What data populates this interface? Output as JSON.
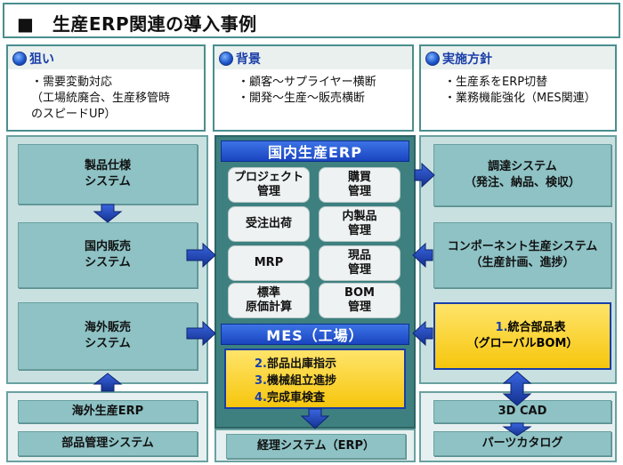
{
  "title": "■　生産ERP関連の導入事例",
  "headers": [
    {
      "title": "狙い",
      "body": "・需要変動対応\n（工場統廃合、生産移管時\nのスピードUP）"
    },
    {
      "title": "背景",
      "body": "・顧客～サプライヤー横断\n・開発～生産～販売横断"
    },
    {
      "title": "実施方針",
      "body": "・生産系をERP切替\n・業務機能強化（MES関連）"
    }
  ],
  "left_systems": [
    "製品仕様\nシステム",
    "国内販売\nシステム",
    "海外販売\nシステム"
  ],
  "left_bottom": [
    "海外生産ERP",
    "部品管理システム"
  ],
  "center": {
    "erp_title": "国内生産ERP",
    "modules": [
      "プロジェクト\n管理",
      "購買\n管理",
      "受注出荷",
      "内製品\n管理",
      "MRP",
      "現品\n管理",
      "標準\n原価計算",
      "BOM\n管理"
    ],
    "mes_title": "MES（工場）",
    "mes_items": [
      {
        "num": "2.",
        "text": "部品出庫指示"
      },
      {
        "num": "3.",
        "text": "機械組立進捗"
      },
      {
        "num": "4.",
        "text": "完成車検査"
      }
    ],
    "bottom": "経理システム（ERP）"
  },
  "right_systems": [
    "調達システム\n（発注、納品、検収）",
    "コンポーネント生産システム\n（生産計画、進捗）"
  ],
  "right_highlight": {
    "num": "1.",
    "text": "統合部品表\n（グローバルBOM）"
  },
  "right_bottom": [
    "3D CAD",
    "パーツカタログ"
  ],
  "colors": {
    "panel": "#c9e0e0",
    "system_box": "#8ec2c5",
    "center": "#3e8080",
    "title_blue": "#1a45c0",
    "highlight": "#f6c60d",
    "arrow": "#1a3ea8"
  }
}
